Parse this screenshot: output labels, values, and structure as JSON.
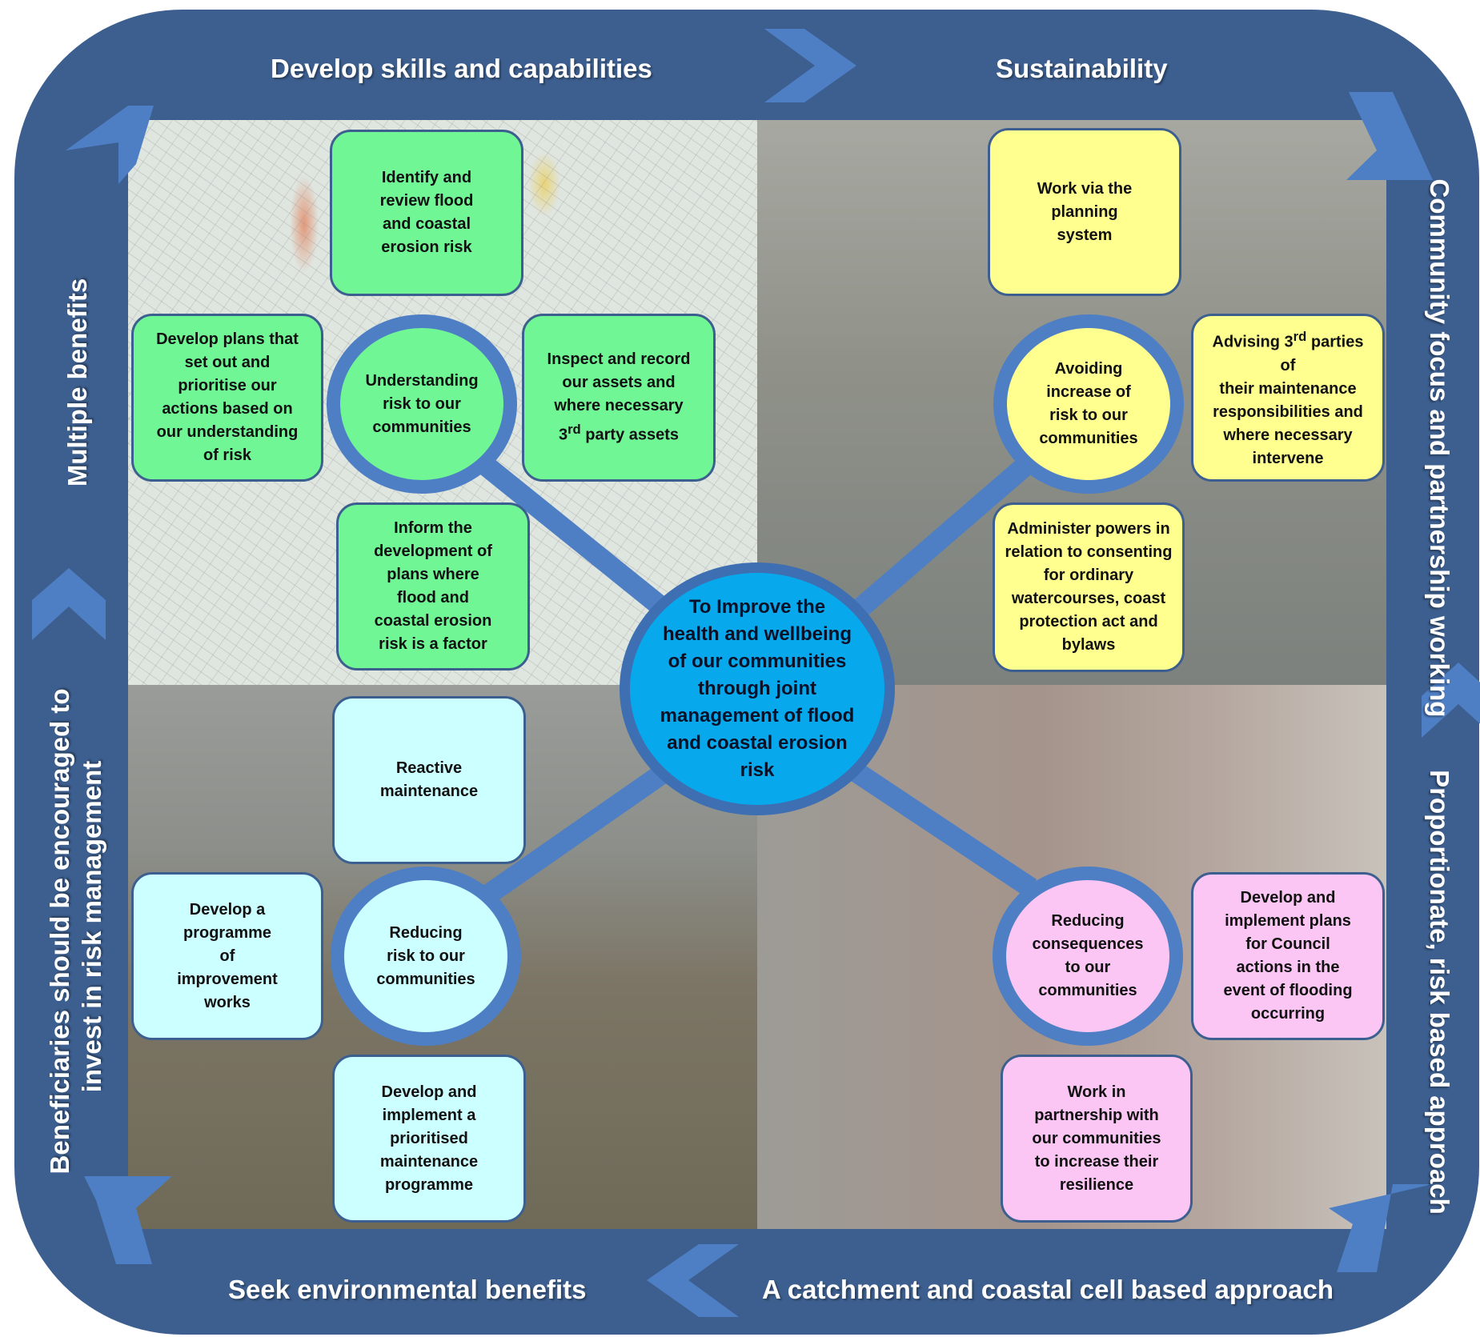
{
  "frame_labels": {
    "top_left": "Develop skills and capabilities",
    "top_right": "Sustainability",
    "right_top": "Community focus and partnership working",
    "right_bottom": "Proportionate, risk based approach",
    "bottom_right": "A catchment and coastal cell based approach",
    "bottom_left": "Seek environmental benefits",
    "left_bottom_line1": "Beneficiaries should be encouraged to",
    "left_bottom_line2": "invest in risk management",
    "left_top": "Multiple benefits"
  },
  "center": {
    "text": "To Improve the\nhealth and wellbeing\nof our communities\nthrough joint\nmanagement of flood\nand coastal erosion\nrisk"
  },
  "hubs": {
    "understanding": "Understanding\nrisk to our\ncommunities",
    "avoiding": "Avoiding\nincrease of\nrisk to our\ncommunities",
    "reducing_risk": "Reducing\nrisk to our\ncommunities",
    "reducing_consequences": "Reducing\nconsequences\nto our\ncommunities"
  },
  "boxes": {
    "identify": "Identify and\nreview flood\nand coastal\nerosion risk",
    "develop_plans": "Develop plans that\nset out and\nprioritise our\nactions based on\nour understanding\nof risk",
    "inspect_line1": "Inspect and record\nour assets and\nwhere necessary",
    "inspect_ord": "3",
    "inspect_sup": "rd",
    "inspect_line2": " party assets",
    "inform": "Inform the\ndevelopment of\nplans where\nflood and\ncoastal erosion\nrisk is a factor",
    "planning": "Work via the\nplanning\nsystem",
    "advising_pre": "Advising 3",
    "advising_sup": "rd",
    "advising_post": " parties of\ntheir maintenance\nresponsibilities and\nwhere necessary\nintervene",
    "administer": "Administer powers in\nrelation to consenting\nfor ordinary\nwatercourses, coast\nprotection act and\nbylaws",
    "reactive": "Reactive\nmaintenance",
    "programme": "Develop a\nprogramme\nof\nimprovement\nworks",
    "prioritised": "Develop and\nimplement a\nprioritised\nmaintenance\nprogramme",
    "council_plans": "Develop and\nimplement plans\nfor Council\nactions in the\nevent of flooding\noccurring",
    "partnership": "Work in\npartnership with\nour communities\nto increase their\nresilience"
  },
  "colors": {
    "frame": "#3d5f8f",
    "arrow": "#4e7fc4",
    "center_fill": "#07a9ec",
    "green": "#70f695",
    "yellow": "#ffff8f",
    "cyan": "#ccffff",
    "pink": "#fbc6f3"
  }
}
